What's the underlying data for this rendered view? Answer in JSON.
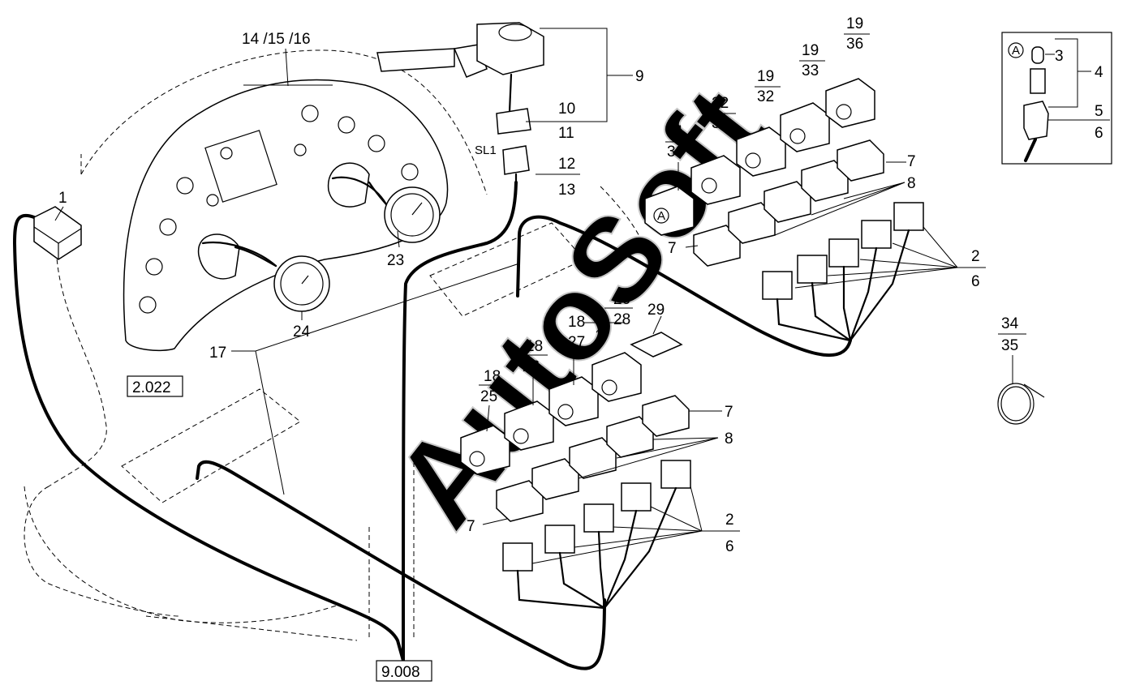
{
  "watermark": "AutoSoft",
  "references": {
    "ref_2022": "2.022",
    "ref_9008": "9.008"
  },
  "callouts": {
    "c1": "1",
    "c14_15_16": "14 /15 /16",
    "c9": "9",
    "c10": "10",
    "c11": "11",
    "sl1": "SL1",
    "c12": "12",
    "c13": "13",
    "c23": "23",
    "c24": "24",
    "c17": "17",
    "c21": "21",
    "c30": "30",
    "c22": "22",
    "c31": "31",
    "c19a": "19",
    "c32": "32",
    "c19b": "19",
    "c33": "33",
    "c19c": "19",
    "c36": "36",
    "c7a": "7",
    "c8a": "8",
    "c7b": "7",
    "c2a": "2",
    "c6a": "6",
    "c20": "20",
    "c28": "28",
    "c18a": "18",
    "c27": "27",
    "c29": "29",
    "c18b": "18",
    "c26": "26",
    "c18c": "18",
    "c25": "25",
    "c7c": "7",
    "c8b": "8",
    "c7d": "7",
    "c2b": "2",
    "c6b": "6",
    "inset_a": "A",
    "c3": "3",
    "c4": "4",
    "c5": "5",
    "c6c": "6",
    "c34": "34",
    "c35": "35",
    "switch_mark": "A"
  }
}
